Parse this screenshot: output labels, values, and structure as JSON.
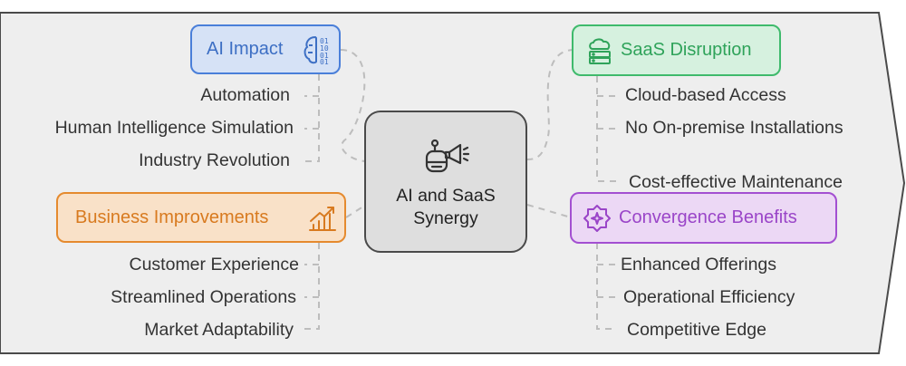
{
  "center": {
    "label": "AI and SaaS\nSynergy",
    "icon": "robot-megaphone-icon"
  },
  "branches": [
    {
      "title": "AI Impact",
      "icon": "brain-binary-icon",
      "color": "#4a7fd9",
      "fill": "#d6e2f6",
      "items": [
        "Automation",
        "Human Intelligence Simulation",
        "Industry Revolution"
      ]
    },
    {
      "title": "SaaS Disruption",
      "icon": "cloud-server-icon",
      "color": "#3fba6c",
      "fill": "#d6f1df",
      "items": [
        "Cloud-based Access",
        "No On-premise Installations",
        "Cost-effective Maintenance"
      ]
    },
    {
      "title": "Business Improvements",
      "icon": "growth-chart-icon",
      "color": "#e58a2e",
      "fill": "#f9e1c8",
      "items": [
        "Customer Experience",
        "Streamlined Operations",
        "Market Adaptability"
      ]
    },
    {
      "title": "Convergence Benefits",
      "icon": "sparkle-badge-icon",
      "color": "#a34fd1",
      "fill": "#ecd8f5",
      "items": [
        "Enhanced Offerings",
        "Operational Efficiency",
        "Competitive Edge"
      ]
    }
  ]
}
